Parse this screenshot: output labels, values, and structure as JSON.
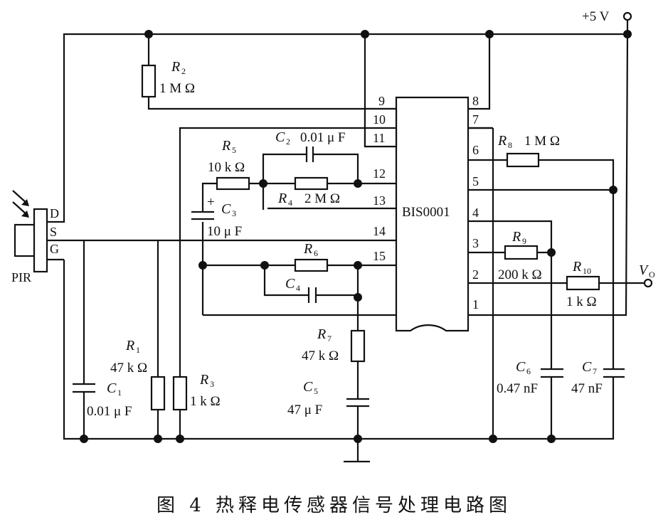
{
  "caption": "图 4   热释电传感器信号处理电路图",
  "supply": {
    "label": "+5 V"
  },
  "output": {
    "label": "V",
    "sub": "O"
  },
  "sensor": {
    "name": "PIR",
    "pins": [
      "D",
      "S",
      "G"
    ]
  },
  "chip": {
    "name": "BIS0001",
    "left_pins": [
      "9",
      "10",
      "11",
      "12",
      "13",
      "14",
      "15"
    ],
    "right_pins": [
      "8",
      "7",
      "6",
      "5",
      "4",
      "3",
      "2",
      "1"
    ]
  },
  "components": {
    "R1": {
      "name": "R",
      "sub": "1",
      "value": "47 k Ω"
    },
    "R2": {
      "name": "R",
      "sub": "2",
      "value": "1 M Ω"
    },
    "R3": {
      "name": "R",
      "sub": "3",
      "value": "1 k Ω"
    },
    "R4": {
      "name": "R",
      "sub": "4",
      "value": "2 M Ω"
    },
    "R5": {
      "name": "R",
      "sub": "5",
      "value": "10 k Ω"
    },
    "R6": {
      "name": "R",
      "sub": "6",
      "value": ""
    },
    "R7": {
      "name": "R",
      "sub": "7",
      "value": "47 k Ω"
    },
    "R8": {
      "name": "R",
      "sub": "8",
      "value": "1 M Ω"
    },
    "R9": {
      "name": "R",
      "sub": "9",
      "value": "200 k Ω"
    },
    "R10": {
      "name": "R",
      "sub": "10",
      "value": "1 k Ω"
    },
    "C1": {
      "name": "C",
      "sub": "1",
      "value": "0.01 μ F"
    },
    "C2": {
      "name": "C",
      "sub": "2",
      "value": "0.01 μ F"
    },
    "C3": {
      "name": "C",
      "sub": "3",
      "value": "10  μ F",
      "polarity": "+"
    },
    "C4": {
      "name": "C",
      "sub": "4",
      "value": ""
    },
    "C5": {
      "name": "C",
      "sub": "5",
      "value": "47  μ F"
    },
    "C6": {
      "name": "C",
      "sub": "6",
      "value": "0.47 nF"
    },
    "C7": {
      "name": "C",
      "sub": "7",
      "value": "47 nF"
    }
  }
}
